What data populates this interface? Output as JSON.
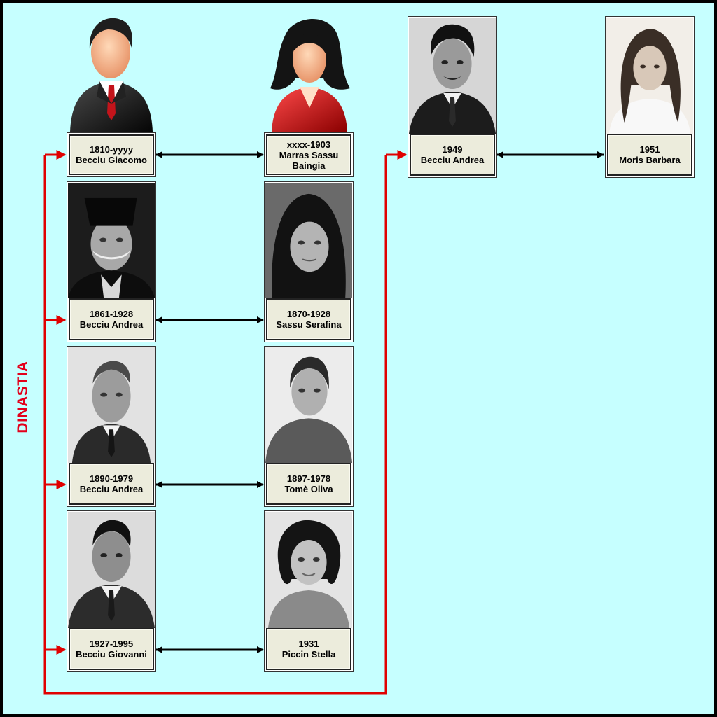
{
  "diagram": {
    "side_label": "DINASTIA",
    "line_color": "#e00000",
    "background_color": "#c6ffff",
    "couples": [
      {
        "husband": {
          "years": "1810-yyyy",
          "name": "Becciu Giacomo",
          "icon": "male-avatar-icon"
        },
        "wife": {
          "years": "xxxx-1903",
          "name_line1": "Marras Sassu",
          "name_line2": "Baingia",
          "icon": "female-avatar-icon"
        }
      },
      {
        "husband": {
          "years": "1861-1928",
          "name": "Becciu Andrea",
          "photo": "man-hat-mustache-portrait-icon"
        },
        "wife": {
          "years": "1870-1928",
          "name": "Sassu Serafina",
          "photo": "woman-headscarf-portrait-icon"
        }
      },
      {
        "husband": {
          "years": "1890-1979",
          "name": "Becciu Andrea",
          "photo": "man-tie-portrait-icon"
        },
        "wife": {
          "years": "1897-1978",
          "name": "Tomè Oliva",
          "photo": "woman-portrait-icon"
        }
      },
      {
        "husband": {
          "years": "1927-1995",
          "name": "Becciu Giovanni",
          "photo": "man-suit-portrait-icon"
        },
        "wife": {
          "years": "1931",
          "name": "Piccin Stella",
          "photo": "woman-curly-hair-portrait-icon"
        }
      },
      {
        "husband": {
          "years": "1949",
          "name": "Becciu Andrea",
          "photo": "man-mustache-portrait-icon"
        },
        "wife": {
          "years": "1951",
          "name": "Moris Barbara",
          "photo": "woman-long-hair-portrait-icon"
        }
      }
    ]
  }
}
